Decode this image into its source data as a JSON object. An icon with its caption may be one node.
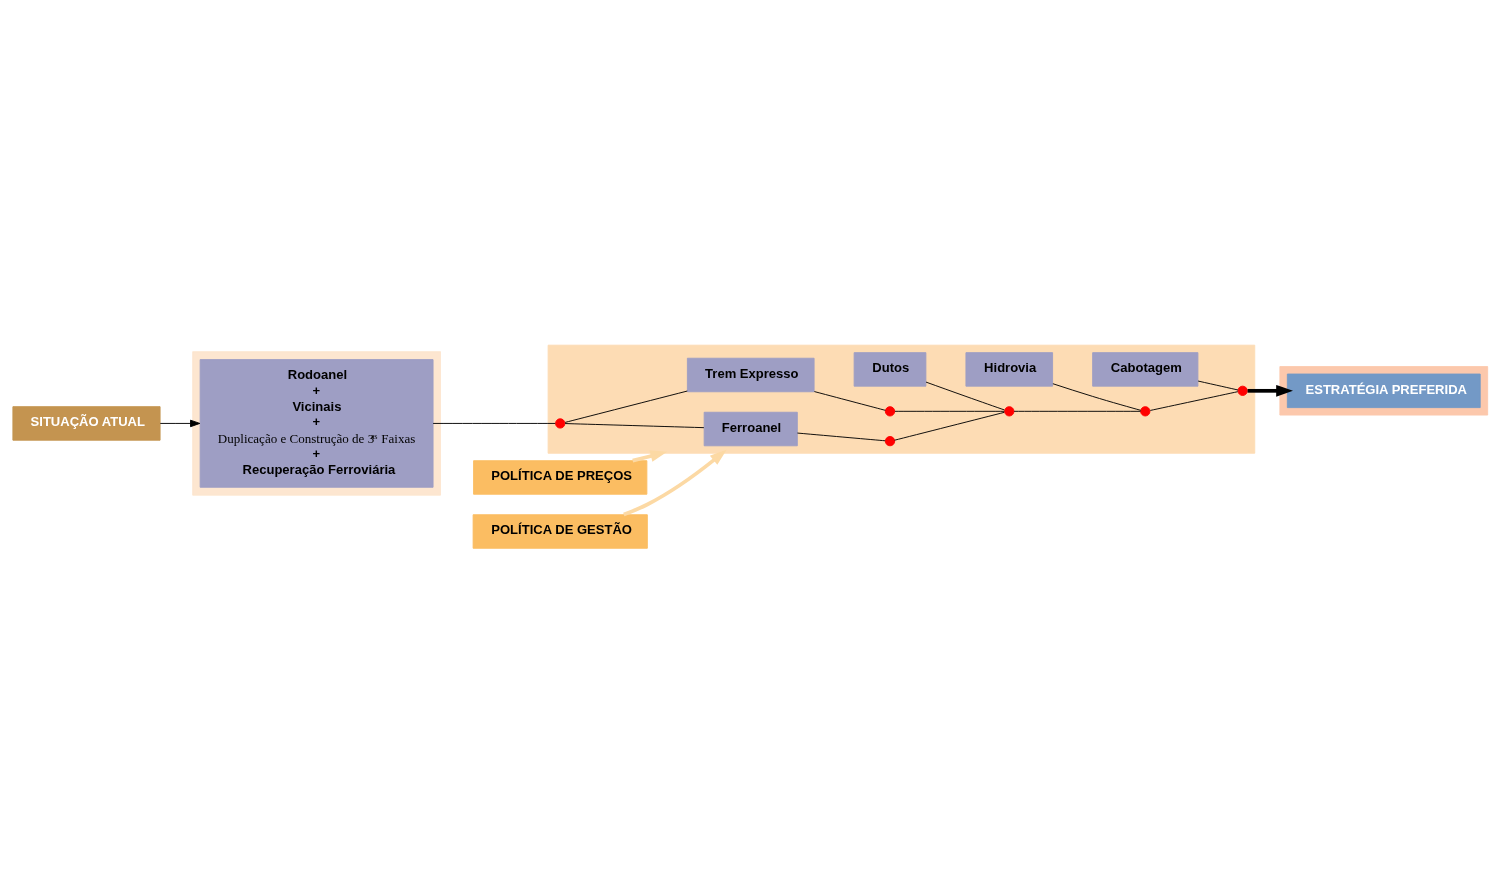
{
  "diagram": {
    "nodes": [
      {
        "text": [
          "SITUAÇÃO ATUAL"
        ]
      },
      {
        "text": [],
        "shape": "band"
      },
      {
        "text": [
          "Rodoanel",
          "+",
          "Vicinais",
          "+",
          "Duplicação e Construção de 3$^{as}$ Faixas",
          "+",
          "Recuperação Ferroviária"
        ],
        "in": 1
      },
      {
        "text": [],
        "shape": "band"
      },
      {
        "text": [
          "Ferroanel"
        ],
        "in": 3
      },
      {
        "text": [
          "Trem Expresso"
        ],
        "in": 3
      },
      {
        "text": [
          "Dutos"
        ],
        "in": 3
      },
      {
        "text": [
          "Hidrovia"
        ],
        "in": 3
      },
      {
        "text": [
          "Cabotagem"
        ],
        "in": 3
      },
      {
        "text": [],
        "shape": "circle",
        "in": 3
      },
      {
        "text": [],
        "shape": "circle",
        "in": 3
      },
      {
        "text": [],
        "shape": "circle",
        "in": 3
      },
      {
        "text": [],
        "shape": "circle",
        "in": 3
      },
      {
        "text": [],
        "shape": "circle",
        "in": 3
      },
      {
        "text": [],
        "shape": "circle",
        "in": 3
      },
      {
        "text": [],
        "shape": "band"
      },
      {
        "text": [
          "ESTRATÉGIA PREFERIDA"
        ],
        "in": 15
      },
      {
        "text": [
          "POLÍTICA DE PREÇOS"
        ]
      },
      {
        "text": [
          "POLÍTICA DE GESTÃO"
        ]
      }
    ],
    "edges": [
      {
        "from": 0,
        "to": 2,
        "arrow": "to"
      },
      {
        "from": 2,
        "to": 9,
        "arrow": "none"
      },
      {
        "from": 9,
        "to": 4,
        "arrow": "none"
      },
      {
        "from": 9,
        "to": 5,
        "arrow": "none"
      },
      {
        "from": 4,
        "to": 10,
        "arrow": "none"
      },
      {
        "from": 5,
        "to": 11,
        "arrow": "none"
      },
      {
        "from": 10,
        "to": 12,
        "arrow": "none"
      },
      {
        "from": 11,
        "to": 12,
        "arrow": "none"
      },
      {
        "from": 6,
        "to": 12,
        "arrow": "none"
      },
      {
        "from": 12,
        "to": 13,
        "arrow": "none"
      },
      {
        "from": 7,
        "to": 13,
        "arrow": "none"
      },
      {
        "from": 13,
        "to": 14,
        "arrow": "none"
      },
      {
        "from": 8,
        "to": 14,
        "arrow": "none"
      },
      {
        "from": 14,
        "to": 16,
        "arrow": "to",
        "style": "thick"
      },
      {
        "from": 17,
        "to": 3,
        "arrow": "to",
        "style": "thick",
        "color": "#fcd9a4"
      },
      {
        "from": 18,
        "to": 3,
        "arrow": "to",
        "style": "thick",
        "color": "#fcd9a4"
      }
    ]
  }
}
